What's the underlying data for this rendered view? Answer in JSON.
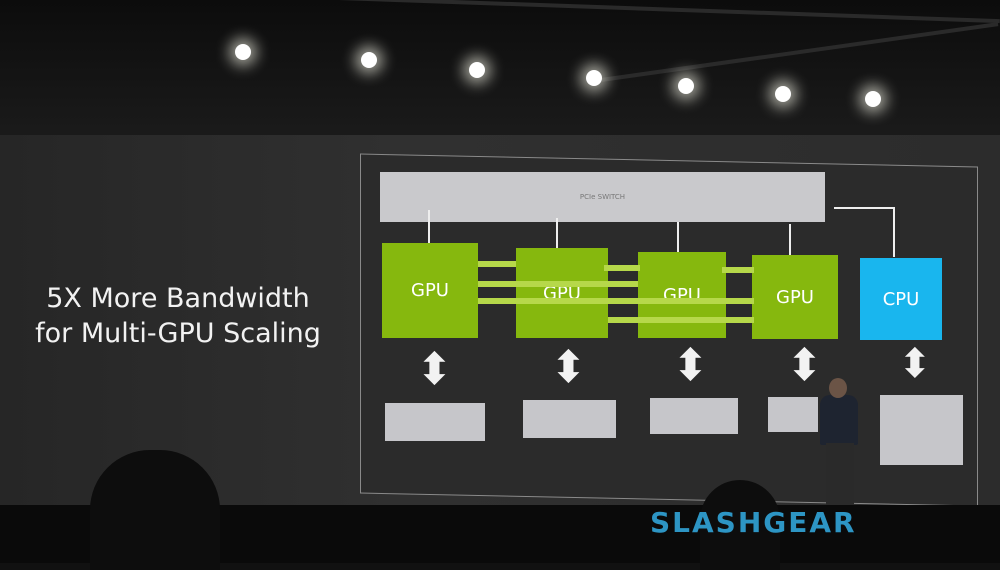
{
  "slide": {
    "headline_line1": "5X More Bandwidth",
    "headline_line2": "for Multi-GPU Scaling",
    "switch_label": "PCIe SWITCH",
    "gpus": [
      "GPU",
      "GPU",
      "GPU",
      "GPU"
    ],
    "cpu": "CPU"
  },
  "watermark": "SLASHGEAR",
  "colors": {
    "gpu": "#86b80e",
    "cpu": "#19b6ee",
    "watermark": "#2d95c4"
  }
}
